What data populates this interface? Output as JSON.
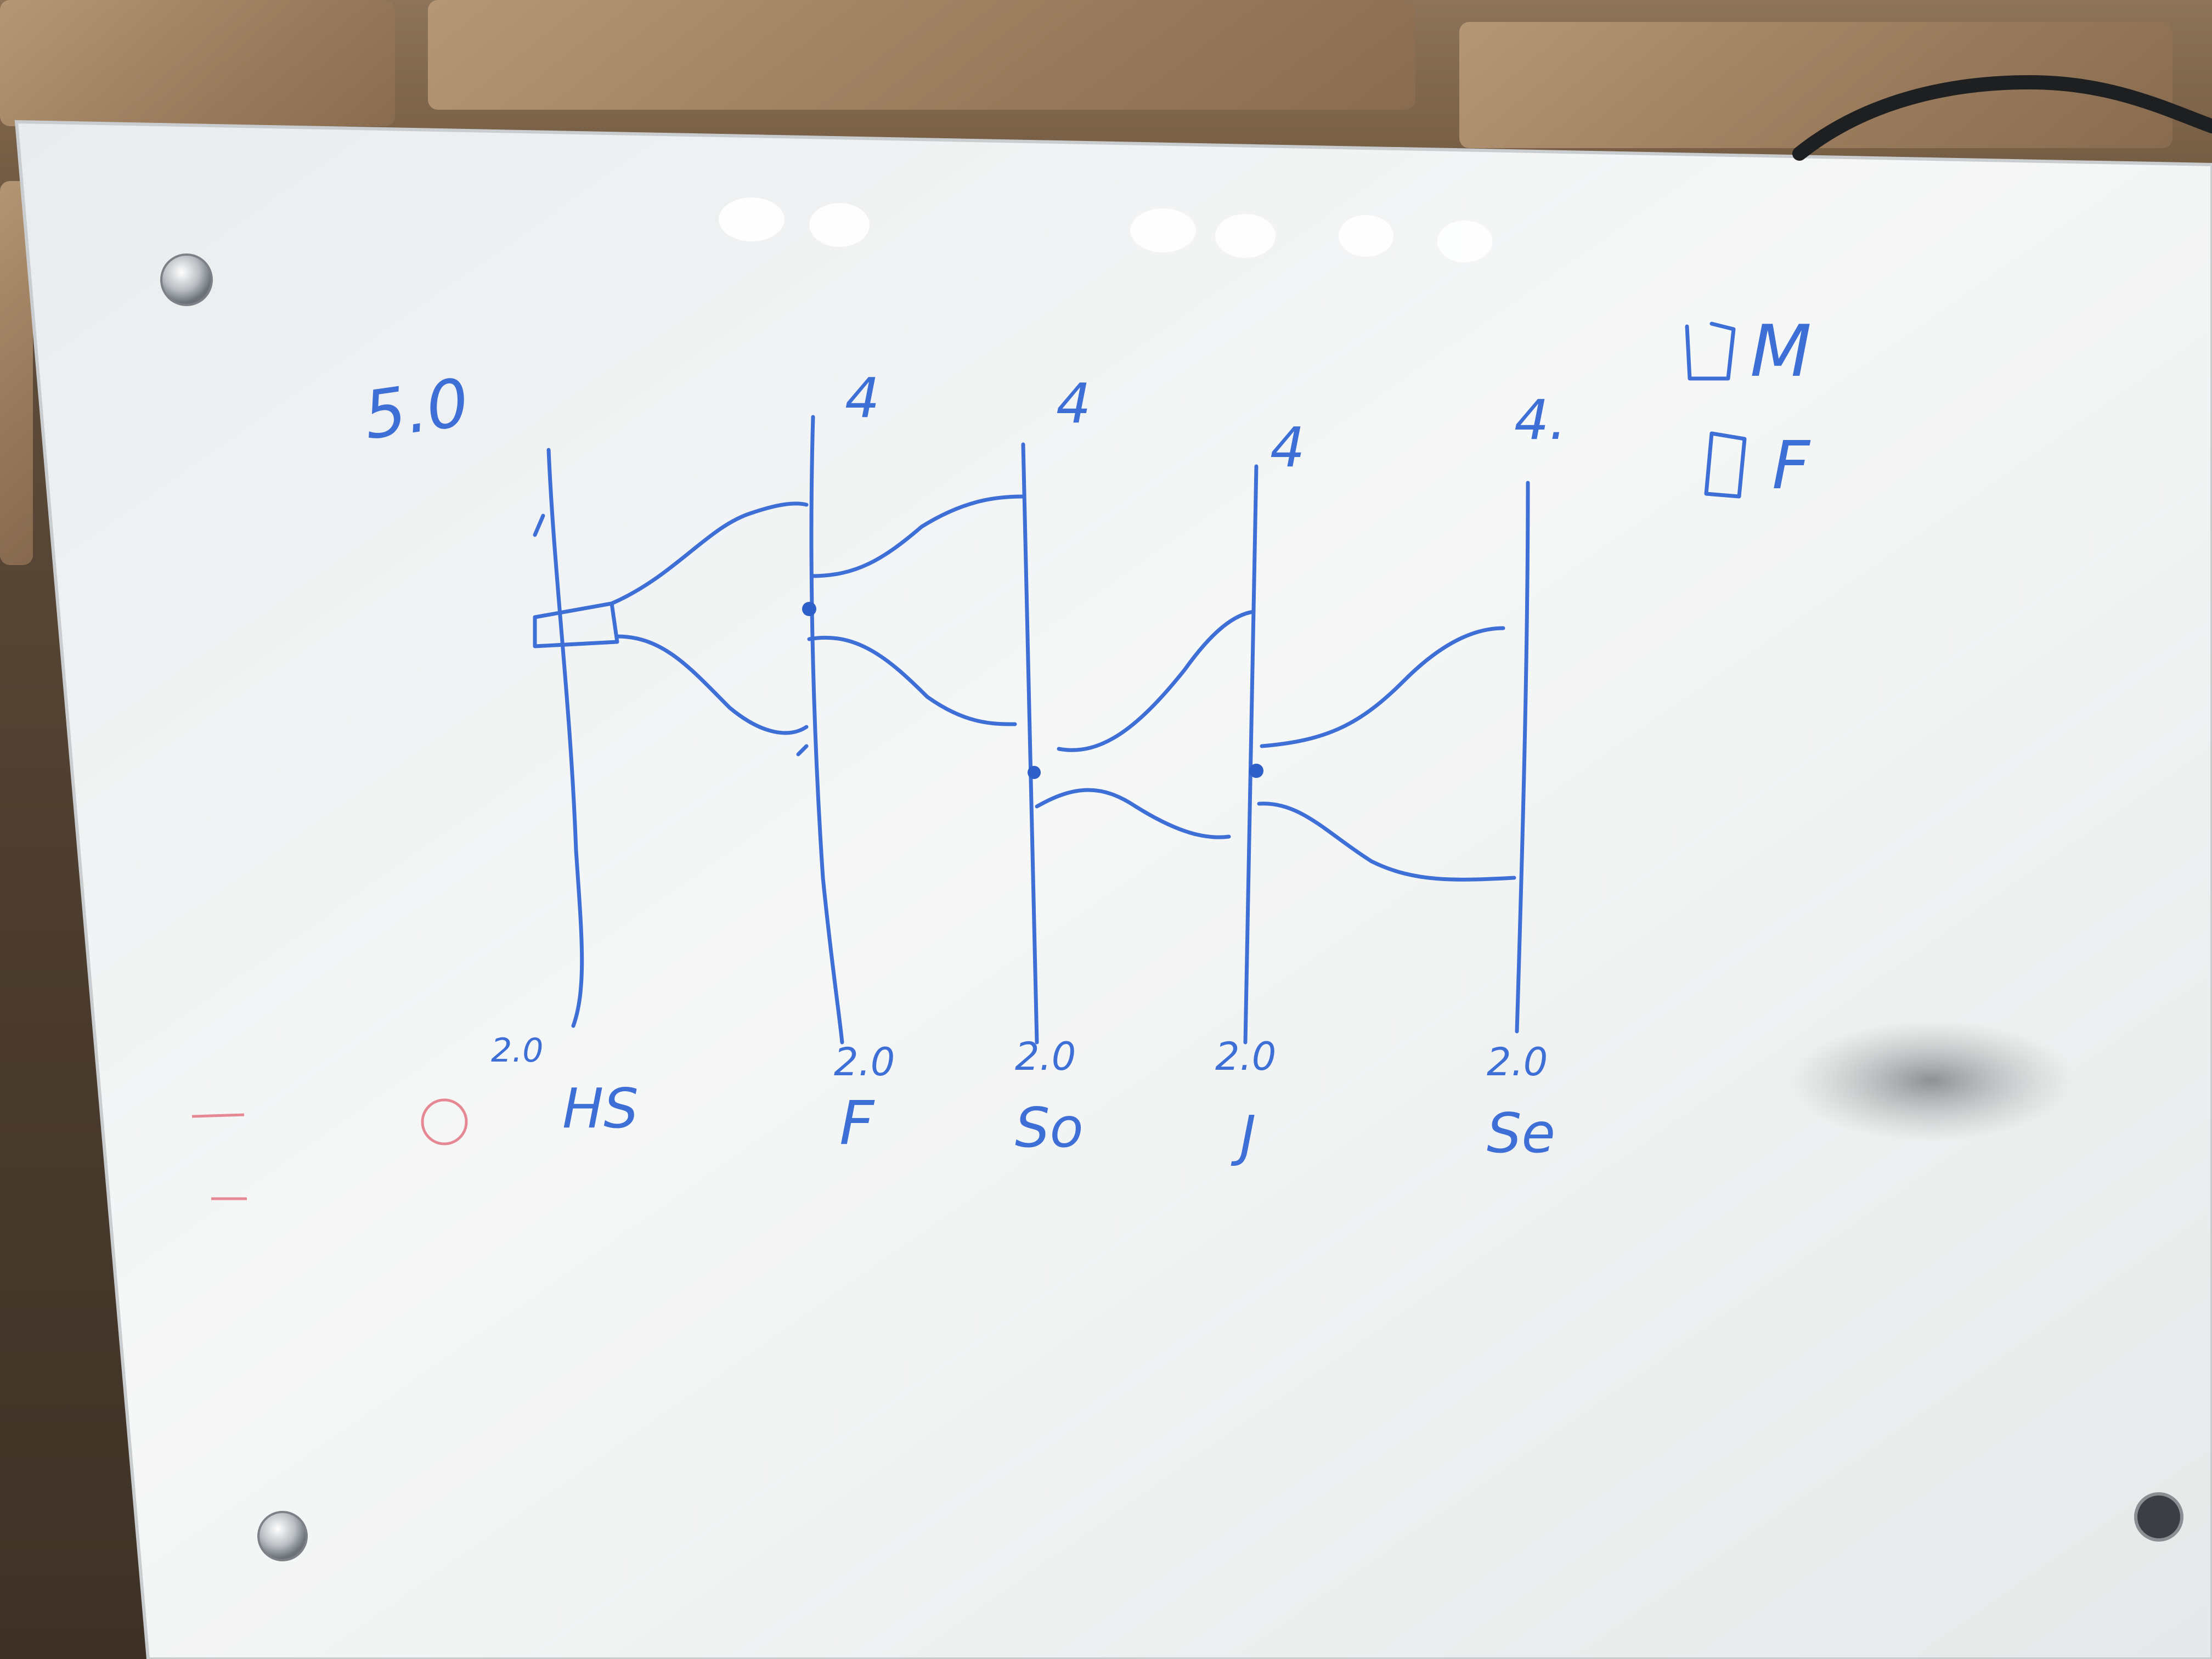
{
  "top_labels": [
    "5.0",
    "4",
    "4",
    "4",
    "4."
  ],
  "bottom_labels": [
    "2.0",
    "2.0",
    "2.0",
    "2.0",
    "2.0"
  ],
  "category_labels": [
    "HS",
    "F",
    "So",
    "J",
    "Se"
  ],
  "legend": [
    {
      "label": "M",
      "icon": "square-icon"
    },
    {
      "label": "F",
      "icon": "square-icon"
    }
  ],
  "colors": {
    "ink": "#3d6fd6",
    "red_ink": "#e05a6a",
    "board": "#f3f4f4"
  }
}
